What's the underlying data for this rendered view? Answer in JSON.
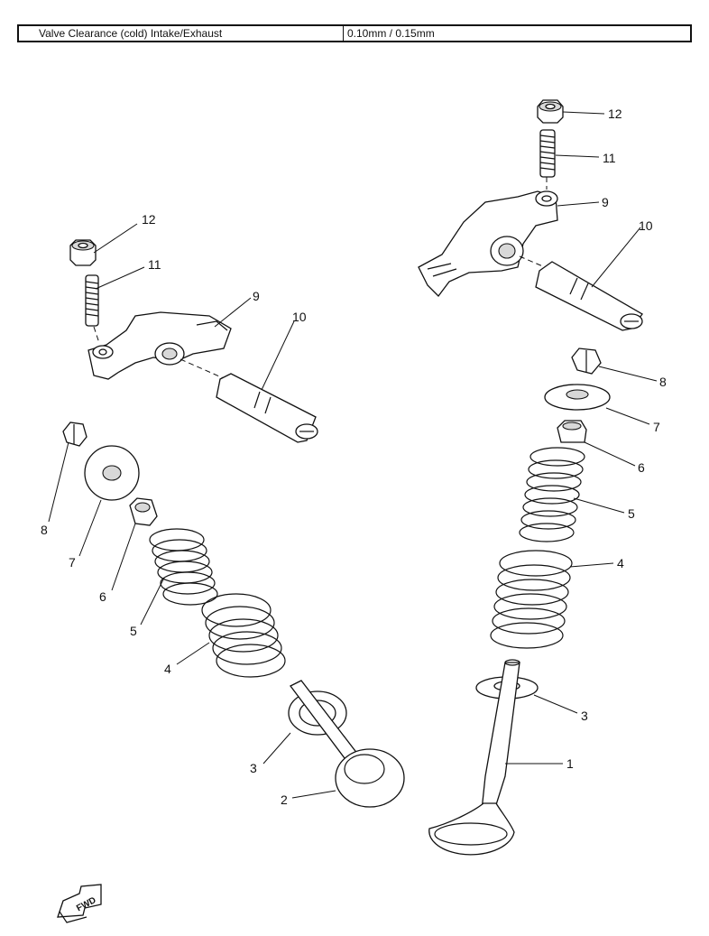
{
  "spec": {
    "parameter": "Valve Clearance (cold) Intake/Exhaust",
    "value": "0.10mm / 0.15mm"
  },
  "labels": {
    "left_12": "12",
    "left_11": "11",
    "left_9": "9",
    "left_10": "10",
    "left_8": "8",
    "left_7": "7",
    "left_6": "6",
    "left_5": "5",
    "left_4": "4",
    "left_3": "3",
    "left_2": "2",
    "right_12": "12",
    "right_11": "11",
    "right_9": "9",
    "right_10": "10",
    "right_8": "8",
    "right_7": "7",
    "right_6": "6",
    "right_5": "5",
    "right_4": "4",
    "right_3": "3",
    "right_1": "1"
  },
  "fwd_label": "FWD"
}
